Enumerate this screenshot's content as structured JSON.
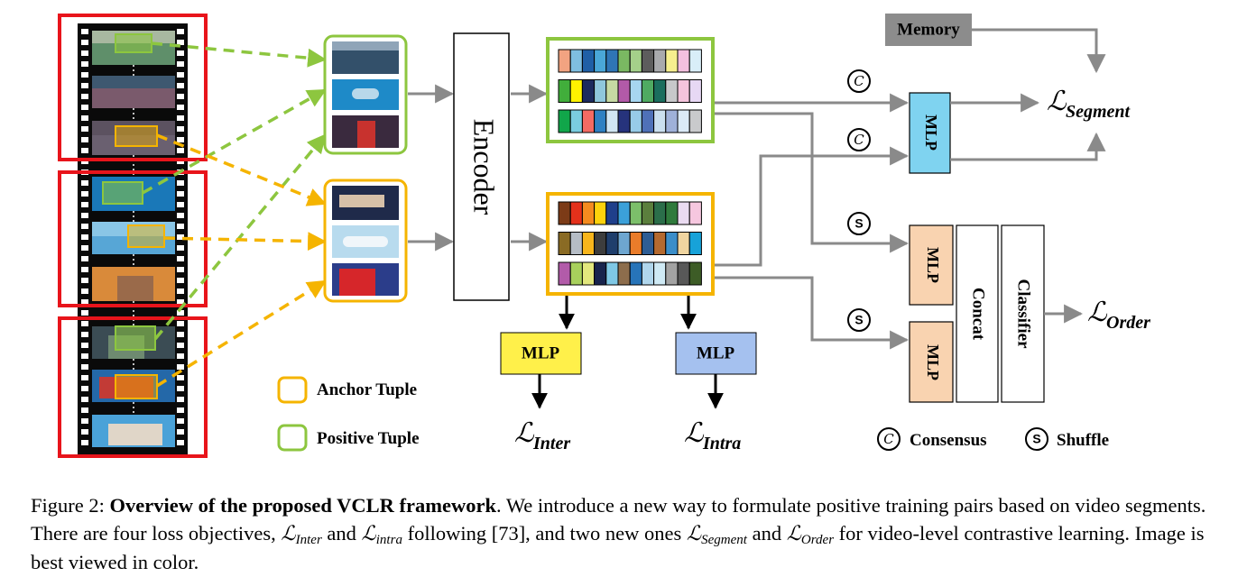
{
  "labels": {
    "encoder": "Encoder",
    "memory": "Memory",
    "mlp": "MLP",
    "concat": "Concat",
    "classifier": "Classifier",
    "consensus_symbol": "C",
    "shuffle_symbol": "S"
  },
  "losses": {
    "script": "ℒ",
    "segment": "Segment",
    "order": "Order",
    "inter": "Inter",
    "intra": "Intra"
  },
  "legend": {
    "anchor": "Anchor Tuple",
    "positive": "Positive Tuple",
    "consensus": "Consensus",
    "shuffle": "Shuffle"
  },
  "colors": {
    "red": "#e8141b",
    "green_tuple": "#8dc63f",
    "orange_tuple": "#f5b400",
    "arrow_gray": "#8a8a8a",
    "memory_gray": "#8c8c8c",
    "mlp_blue": "#7fd3f0",
    "mlp_peach": "#f9d3b0",
    "mlp_yellow": "#fff04a",
    "mlp_lavender": "#a5c1ef"
  },
  "feature_colors": {
    "green_row1": [
      "#f2a381",
      "#7fbee0",
      "#1f5fa6",
      "#4aa7d8",
      "#2f75b5",
      "#7ab862",
      "#a5d08a",
      "#5d5d5d",
      "#a9aaad",
      "#f6ef8e",
      "#f3c0df",
      "#d9eef8"
    ],
    "green_row2": [
      "#41ae3b",
      "#fff200",
      "#1c2b5e",
      "#8fc7dc",
      "#c6d9a3",
      "#b25aa8",
      "#a7d6f0",
      "#4faa62",
      "#1b6e5e",
      "#c7c8ca",
      "#f4c4dc",
      "#e7d8f4"
    ],
    "green_row3": [
      "#11a64a",
      "#7acde0",
      "#f26b63",
      "#2e80c2",
      "#d1e6f3",
      "#26337c",
      "#97cbe8",
      "#4f71b8",
      "#cbe0ef",
      "#9fb1d9",
      "#dbeaf7",
      "#c9cacc"
    ],
    "orange_row1": [
      "#7c3b17",
      "#e4311b",
      "#f48b1f",
      "#fdd20c",
      "#1f3f8b",
      "#3ba0d9",
      "#7cbf6a",
      "#5b7f3d",
      "#2b6e4a",
      "#2f7a3c",
      "#eadbf1",
      "#f6c7df"
    ],
    "orange_row2": [
      "#8a6b24",
      "#b5bcc5",
      "#f7b51c",
      "#3d3d3d",
      "#1f3e6c",
      "#6ea6d0",
      "#e97c2a",
      "#2e5d94",
      "#b46a30",
      "#3b8ec9",
      "#f0d5a0",
      "#17a2d9"
    ],
    "orange_row3": [
      "#b25ba9",
      "#a8d05c",
      "#e2e77d",
      "#18244d",
      "#7fc8e5",
      "#8d6d4c",
      "#2774b9",
      "#b0d6ec",
      "#cfeaf5",
      "#a3a3a3",
      "#585858",
      "#3d5c26"
    ]
  },
  "caption": {
    "figure_label": "Figure 2:",
    "bold_title": "Overview of the proposed VCLR framework",
    "text_1": ". We introduce a new way to formulate positive training pairs based on video segments. There are four loss objectives,",
    "inter_sub": "Inter",
    "and_1": "and",
    "intra_sub": "intra",
    "text_2": "following [73], and two new ones",
    "segment_sub": "Segment",
    "and_2": "and",
    "order_sub": "Order",
    "text_3": "for video-level contrastive learning. Image is best viewed in color."
  }
}
